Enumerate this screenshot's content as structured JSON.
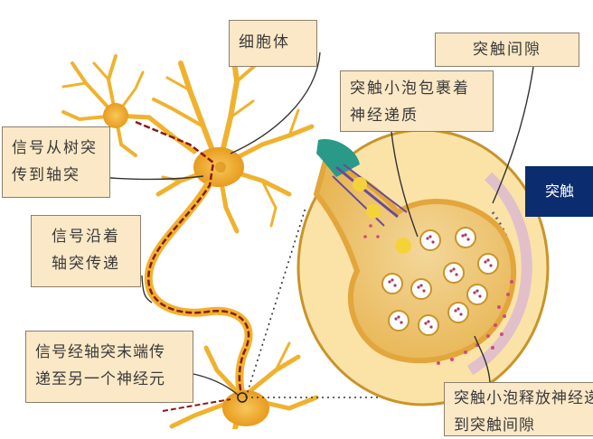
{
  "labels": {
    "cell_body": "细胞体",
    "synaptic_cleft": "突触间隙",
    "vesicle_wrap": [
      "突触小泡包裹着",
      "神经递质"
    ],
    "dendrite_to_axon": [
      "信号从树突",
      "传到轴突"
    ],
    "along_axon": [
      "信号沿着",
      "轴突传递"
    ],
    "axon_terminal": [
      "信号经轴突末端传",
      "递至另一个神经元"
    ],
    "vesicle_release": [
      "突触小泡释放神经递",
      "到突触间隙"
    ],
    "synapse": "突触"
  },
  "icons": [
    "neuron-illustration",
    "synapse-magnified-illustration"
  ],
  "colors": {
    "neuron": "#f0b22e",
    "signal": "#8c1a14",
    "label_fill": "#fbe8c6",
    "synapse_tag": "#0b2c6e",
    "cleft_fill": "#fbe3a8"
  }
}
